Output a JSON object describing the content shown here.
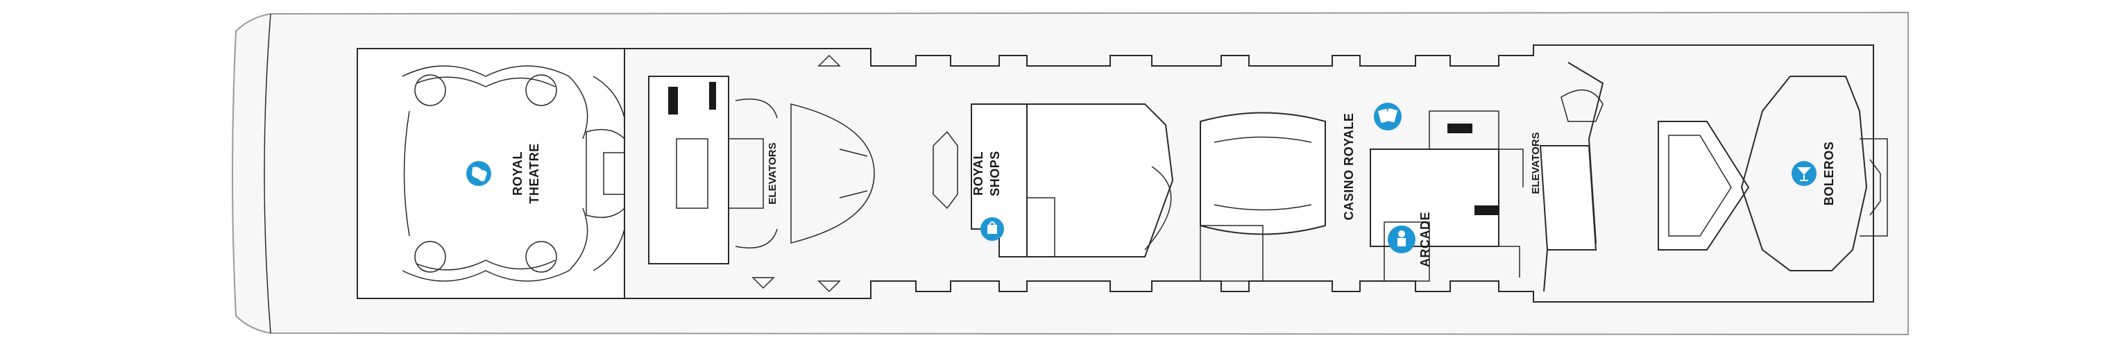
{
  "venues": {
    "royal_theatre": [
      "ROYAL",
      "THEATRE"
    ],
    "elevators_fwd": "ELEVATORS",
    "royal_shops": [
      "ROYAL",
      "SHOPS"
    ],
    "casino_royale": "CASINO ROYALE",
    "arcade": "ARCADE",
    "elevators_aft": "ELEVATORS",
    "boleros": "BOLEROS"
  },
  "icons": {
    "theatre": "theatre-masks-icon",
    "shops": "shopping-bag-icon",
    "casino": "casino-cards-icon",
    "arcade": "arcade-gamer-icon",
    "bar": "cocktail-glass-icon",
    "restrooms": "restroom-icon"
  },
  "colors": {
    "icon_blue": "#1e96d4",
    "lines": "#2a2a2a",
    "hull": "#f7f7f7"
  }
}
